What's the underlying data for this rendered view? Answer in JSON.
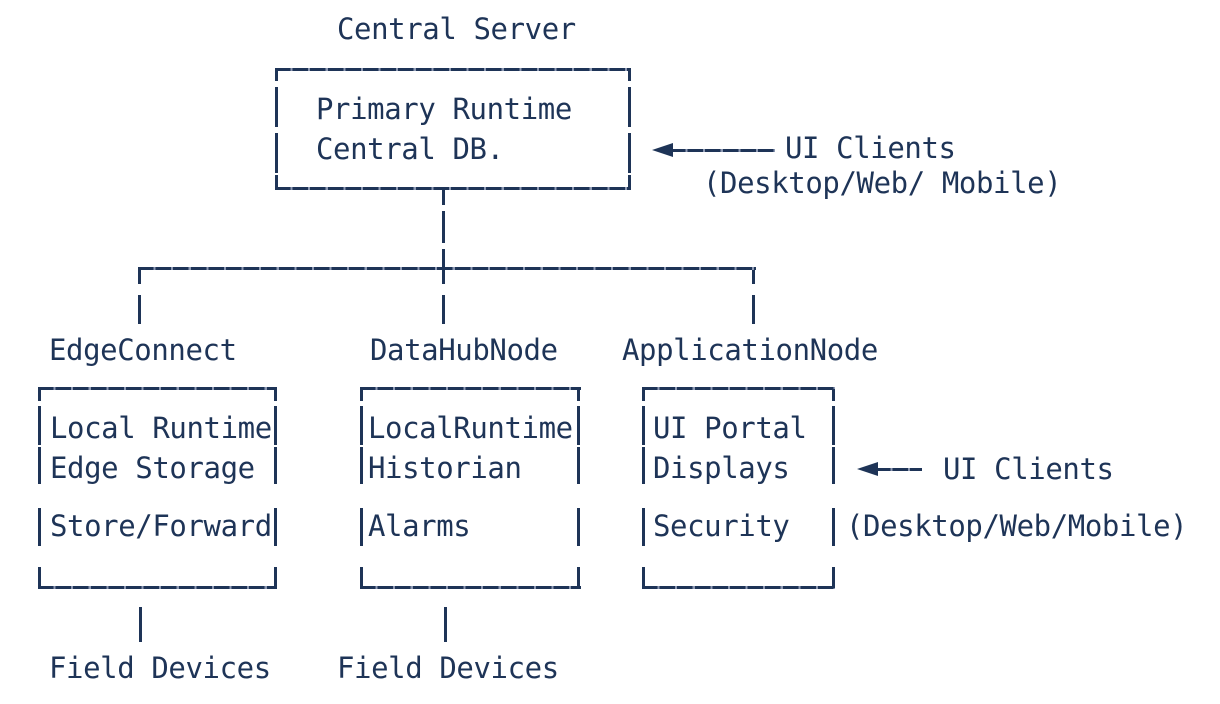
{
  "colors": {
    "ink": "#1e3457",
    "background": "#ffffff"
  },
  "title": "Central Server",
  "central_server": {
    "lines": [
      "Primary Runtime",
      "Central DB."
    ]
  },
  "ui_clients_top": {
    "label": "UI Clients",
    "platforms": "(Desktop/Web/ Mobile)"
  },
  "nodes": [
    {
      "name": "EdgeConnect",
      "rows": [
        "Local Runtime",
        "Edge Storage",
        "Store/Forward"
      ],
      "bottom_label": "Field Devices"
    },
    {
      "name": "DataHubNode",
      "rows": [
        "LocalRuntime",
        "Historian",
        "Alarms"
      ],
      "bottom_label": "Field Devices"
    },
    {
      "name": "ApplicationNode",
      "rows": [
        "UI Portal",
        "Displays",
        "Security"
      ]
    }
  ],
  "ui_clients_side": {
    "label": "UI Clients",
    "platforms": "(Desktop/Web/Mobile)"
  }
}
